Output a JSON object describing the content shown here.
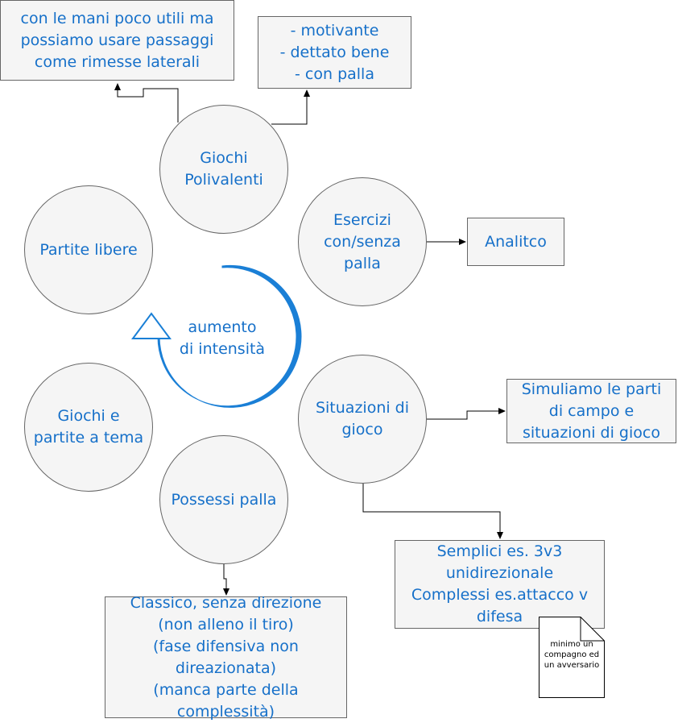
{
  "diagram": {
    "circles": {
      "giochi_polivalenti": "Giochi\nPolivalenti",
      "partite_libere": "Partite libere",
      "esercizi": "Esercizi\ncon/senza\npalla",
      "aumento": "aumento\ndi intensità",
      "giochi_tema": "Giochi e\npartite a tema",
      "situazioni": "Situazioni di\ngioco",
      "possessi": "Possessi palla"
    },
    "boxes": {
      "mani": "con le mani poco utili ma\npossiamo usare passaggi\ncome rimesse laterali",
      "motivante": "- motivante\n- dettato bene\n- con palla",
      "analitico": "Analitco",
      "simuliamo": "Simuliamo le parti\ndi campo e\nsituazioni di gioco",
      "semplici": "Semplici es. 3v3\nunidirezionale\nComplessi es.attacco v\ndifesa",
      "classico": "Classico, senza direzione\n(non alleno il tiro)\n(fase difensiva non\ndireazionata)\n(manca parte della\ncomplessità)"
    },
    "note": "minimo un\ncompagno ed\nun avversario"
  },
  "colors": {
    "text": "#1670c9",
    "fill": "#f5f5f5",
    "stroke": "#666666",
    "cycle_arrow": "#1a7fd6"
  }
}
